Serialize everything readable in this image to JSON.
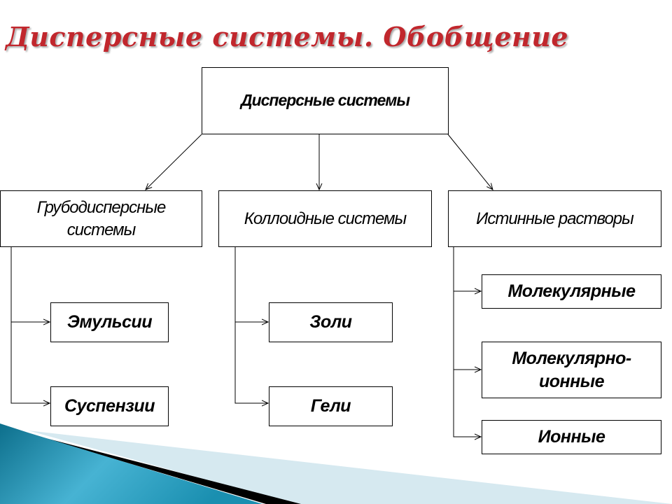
{
  "title": "Дисперсные системы. Обобщение",
  "root": "Дисперсные системы",
  "categories": [
    {
      "label": "Грубодисперсные системы",
      "children": [
        "Эмульсии",
        "Суспензии"
      ]
    },
    {
      "label": "Коллоидные системы",
      "children": [
        "Золи",
        "Гели"
      ]
    },
    {
      "label": "Истинные растворы",
      "children": [
        "Молекулярные",
        "Молекулярно-ионные",
        "Ионные"
      ]
    }
  ],
  "colors": {
    "title": "#c1272d",
    "decor_teal": "#1a8fb0",
    "decor_light": "#d6e9f0"
  }
}
